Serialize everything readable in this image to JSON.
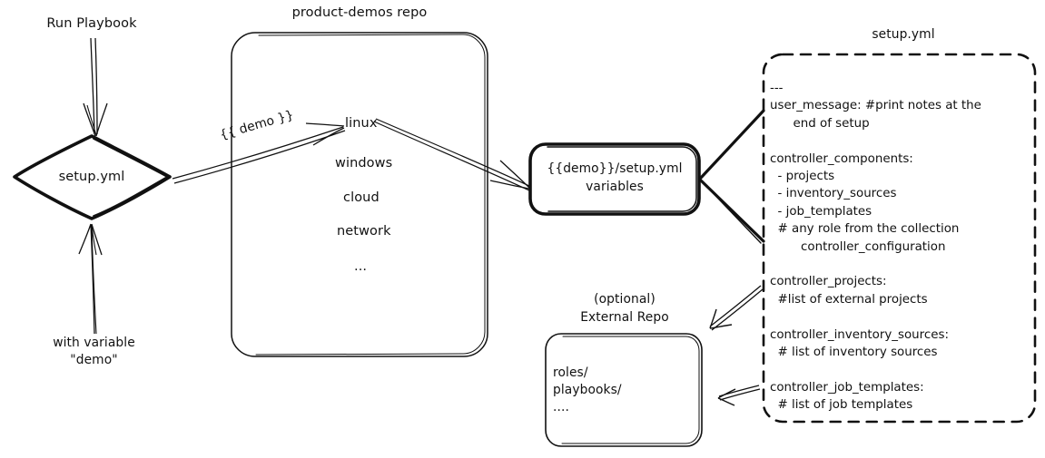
{
  "diagram": {
    "title_hidden": "",
    "nodes": {
      "run_playbook_label": "Run Playbook",
      "setup_diamond": "setup.yml",
      "with_variable_line1": "with variable",
      "with_variable_line2": "\"demo\"",
      "repo_title": "product-demos repo",
      "repo_items": [
        "linux",
        "windows",
        "cloud",
        "network",
        "..."
      ],
      "edge_demo_label": "{{ demo }}",
      "vars_node_line1": "{{demo}}/setup.yml",
      "vars_node_line2": "variables",
      "external_repo_title_line1": "(optional)",
      "external_repo_title_line2": "External Repo",
      "external_repo_items": [
        "roles/",
        "playbooks/",
        "...."
      ],
      "setup_yml_box_title": "setup.yml",
      "setup_yml_content": "---\nuser_message: #print notes at the\n      end of setup\n\ncontroller_components:\n  - projects\n  - inventory_sources\n  - job_templates\n  # any role from the collection\n        controller_configuration\n\ncontroller_projects:\n  #list of external projects\n\ncontroller_inventory_sources:\n  # list of inventory sources\n\ncontroller_job_templates:\n  # list of job templates"
    },
    "colors": {
      "ink": "#111111",
      "background": "#ffffff"
    }
  }
}
